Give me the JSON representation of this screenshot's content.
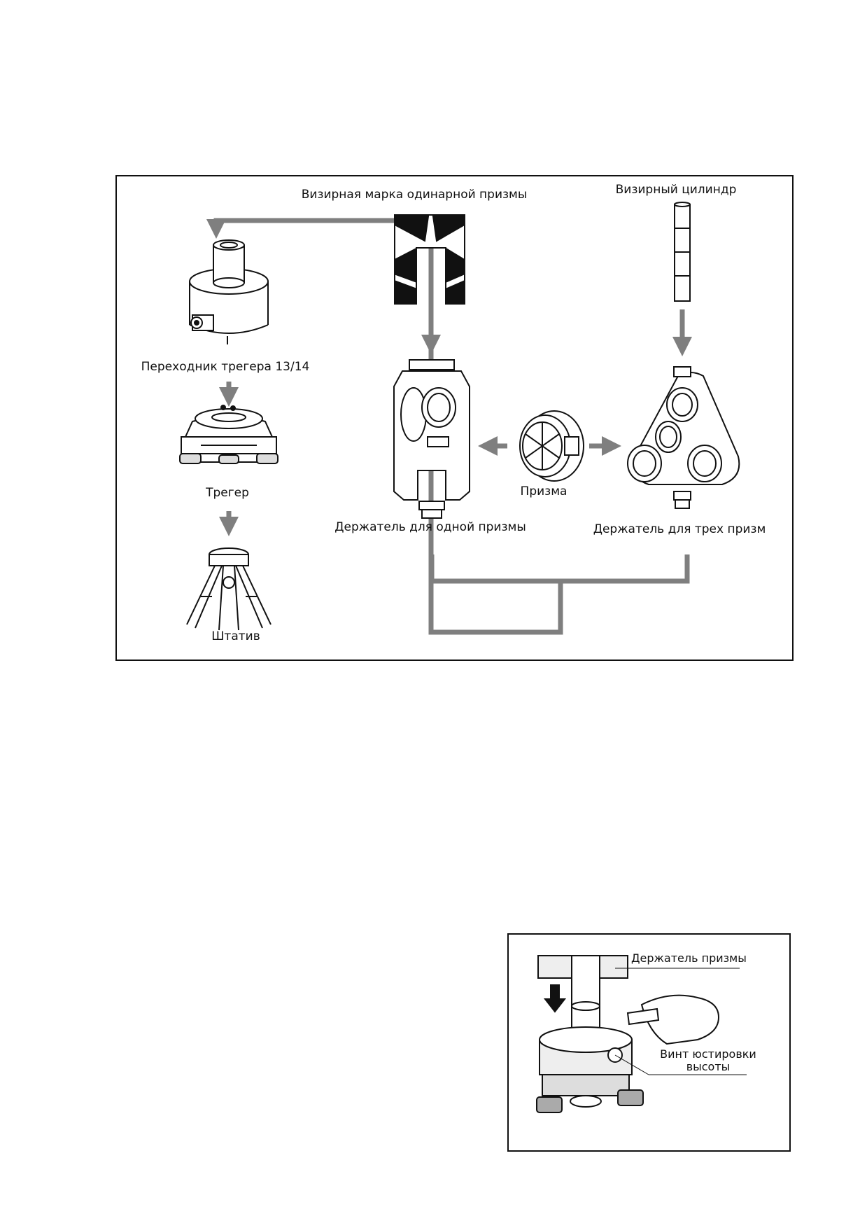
{
  "diagram": {
    "labels": {
      "adapter": "Переходник трегера 13/14",
      "tribrach": "Трегер",
      "tripod": "Штатив",
      "single_target": "Визирная марка одинарной призмы",
      "target_cylinder": "Визирный цилиндр",
      "single_holder": "Держатель для одной призмы",
      "prism": "Призма",
      "triple_holder": "Держатель для трех призм"
    },
    "colors": {
      "arrow": "#7f7f7f",
      "line": "#111111"
    }
  },
  "photo": {
    "labels": {
      "prism_holder": "Держатель призмы",
      "height_screw_line1": "Винт юстировки",
      "height_screw_line2": "высоты"
    }
  }
}
